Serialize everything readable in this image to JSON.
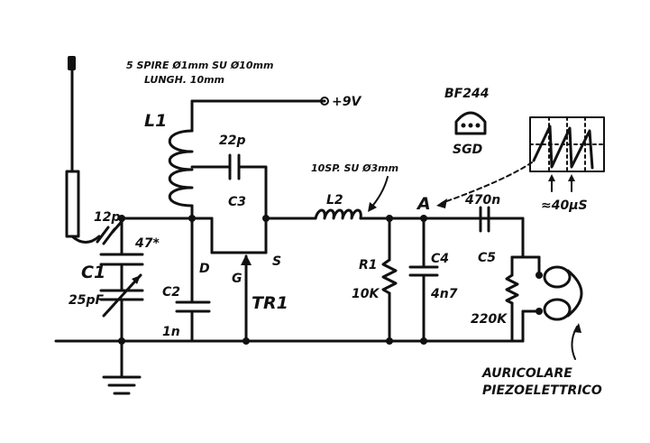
{
  "labels": {
    "coil_spec_line1": "5 SPIRE Ø1mm SU Ø10mm",
    "coil_spec_line2": "LUNGH. 10mm",
    "supply": "+9V",
    "transistor_type": "BF244",
    "pinout": "SGD",
    "l1": "L1",
    "c_22p": "22p",
    "c3_top": "C3",
    "l2_spec": "10SP. SU Ø3mm",
    "l2": "L2",
    "point_a": "A",
    "c_470n": "470n",
    "c5": "C5",
    "c_12p": "12p",
    "c_47": "47*",
    "c1": "C1",
    "c1_value": "25pF",
    "drain": "D",
    "source": "S",
    "gate": "G",
    "c2": "C2",
    "c2_value": "1n",
    "tr1": "TR1",
    "r1": "R1",
    "r1_value": "10K",
    "c4": "C4",
    "c4_value": "4n7",
    "r_220k": "220K",
    "period": "≈40μS",
    "earphone_line1": "AURICOLARE",
    "earphone_line2": "PIEZOELETTRICO"
  }
}
